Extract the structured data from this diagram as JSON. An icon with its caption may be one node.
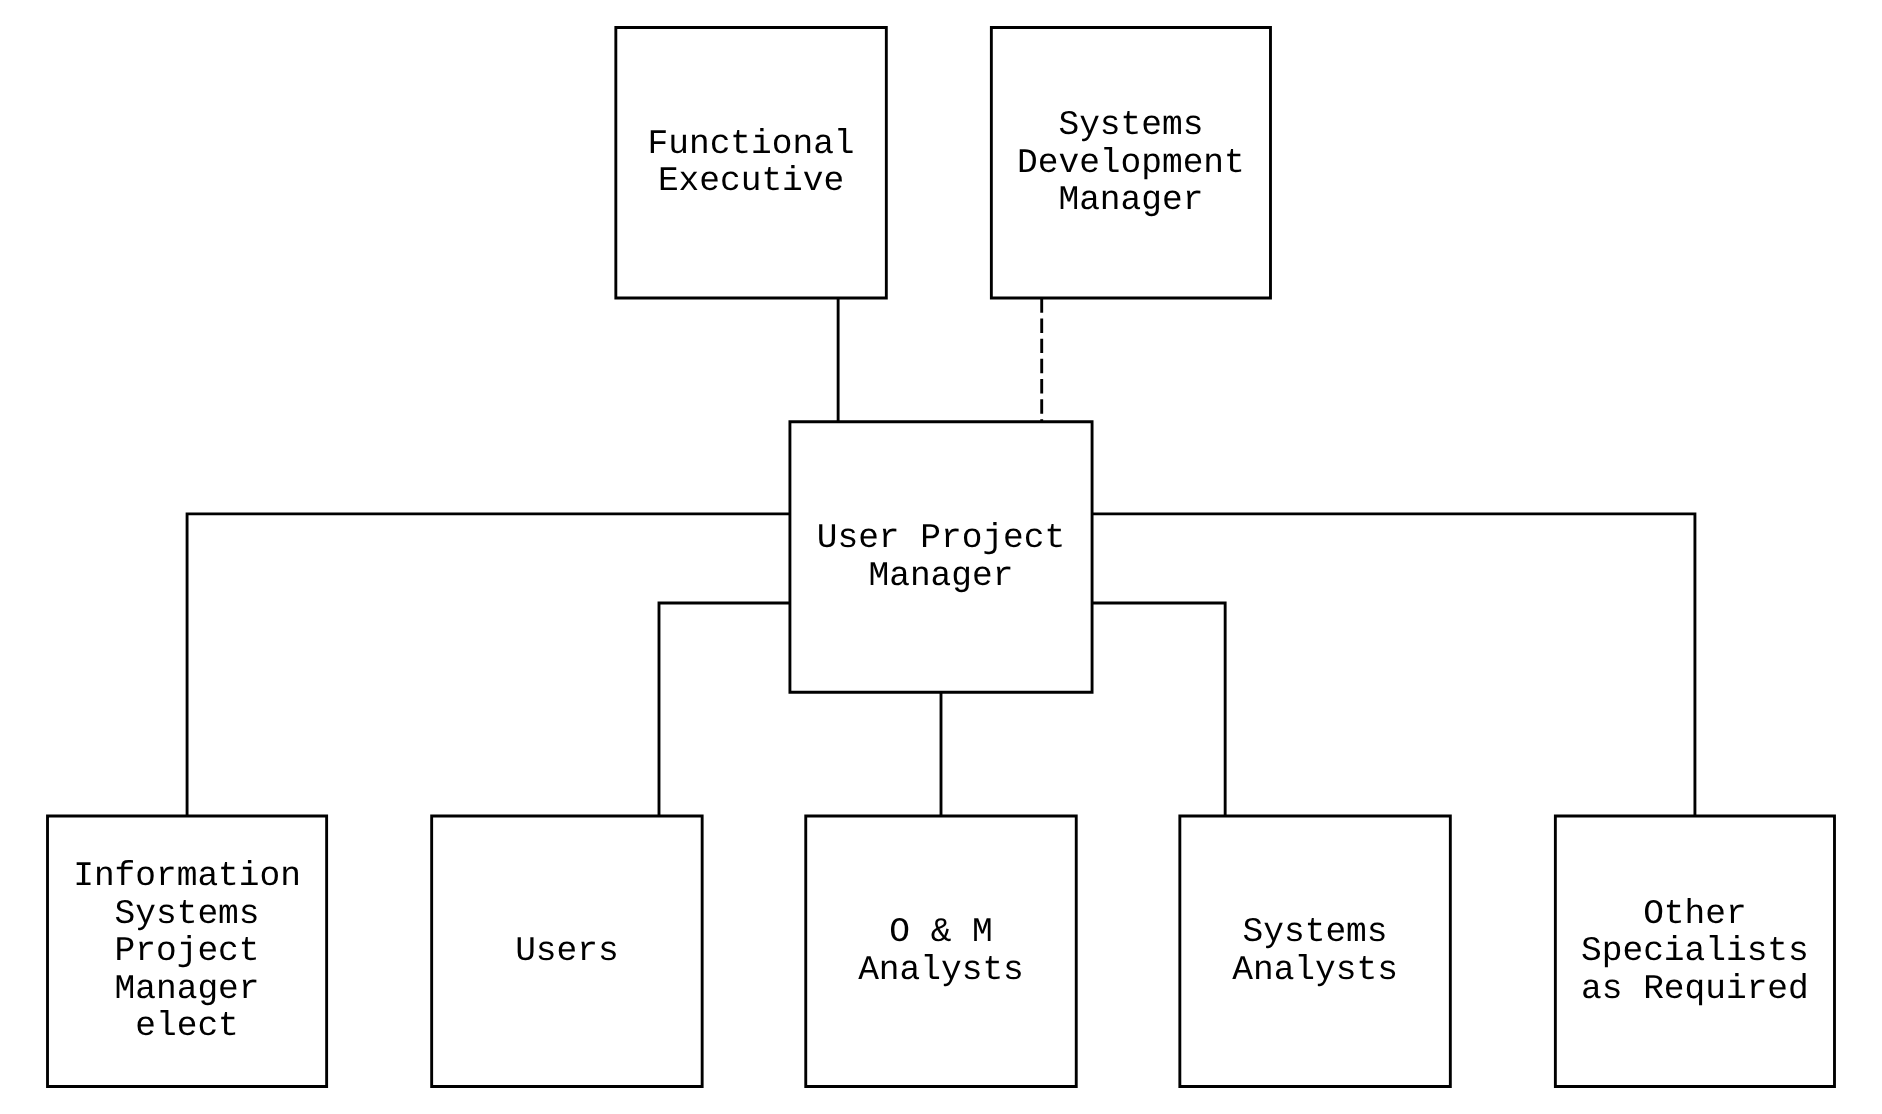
{
  "diagram": {
    "nodes": [
      {
        "text": [
          "Functional Executive"
        ]
      },
      {
        "text": [
          "Systems Development Manager"
        ]
      },
      {
        "text": [
          "User Project Manager"
        ]
      },
      {
        "text": [
          "Information Systems Project Manager elect"
        ]
      },
      {
        "text": [
          "Users"
        ]
      },
      {
        "text": [
          "O & M Analysts"
        ]
      },
      {
        "text": [
          "Systems Analysts"
        ]
      },
      {
        "text": [
          "Other Specialists as Required"
        ]
      }
    ],
    "edges": [
      {
        "from": 0,
        "to": 2,
        "arrow": "none"
      },
      {
        "from": 1,
        "to": 2,
        "arrow": "none",
        "style": "dashed"
      },
      {
        "from": 2,
        "to": 3,
        "arrow": "none"
      },
      {
        "from": 2,
        "to": 4,
        "arrow": "none"
      },
      {
        "from": 2,
        "to": 5,
        "arrow": "none"
      },
      {
        "from": 2,
        "to": 6,
        "arrow": "none"
      },
      {
        "from": 2,
        "to": 7,
        "arrow": "none"
      }
    ]
  }
}
